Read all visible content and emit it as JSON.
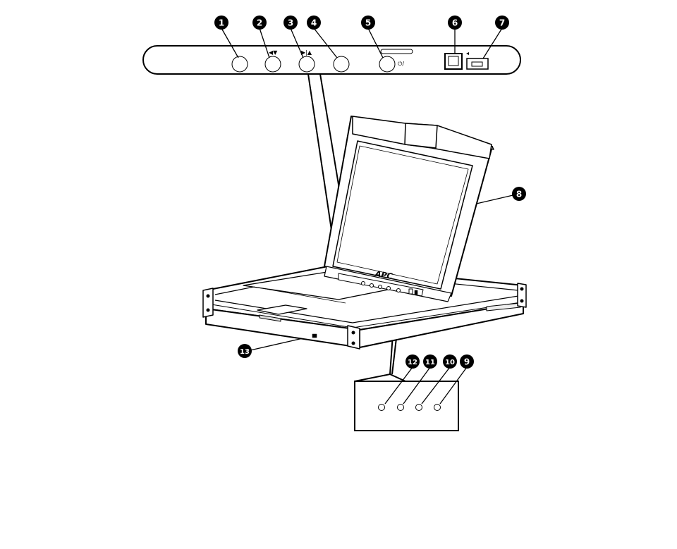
{
  "callouts": [
    {
      "id": "1",
      "label": "1"
    },
    {
      "id": "2",
      "label": "2"
    },
    {
      "id": "3",
      "label": "3"
    },
    {
      "id": "4",
      "label": "4"
    },
    {
      "id": "5",
      "label": "5"
    },
    {
      "id": "6",
      "label": "6"
    },
    {
      "id": "7",
      "label": "7"
    },
    {
      "id": "8",
      "label": "8"
    },
    {
      "id": "9",
      "label": "9"
    },
    {
      "id": "10",
      "label": "10"
    },
    {
      "id": "11",
      "label": "11"
    },
    {
      "id": "12",
      "label": "12"
    },
    {
      "id": "13",
      "label": "13"
    }
  ],
  "front_panel": {
    "button2_symbol": "◀▼",
    "button3_symbol": "▶|▲",
    "button5_symbol": "⏻/"
  },
  "device": {
    "logo": "APC"
  }
}
